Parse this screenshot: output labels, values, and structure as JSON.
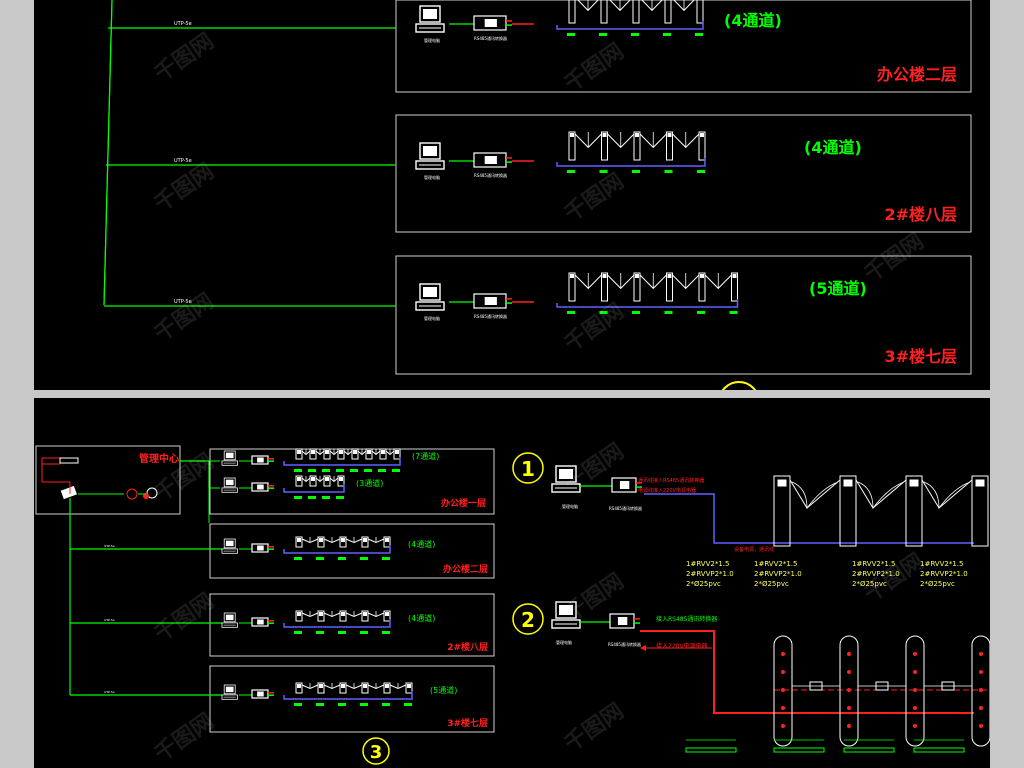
{
  "colors": {
    "bg": "#000000",
    "frame": "#d0d0d0",
    "bus": "#00ff00",
    "ch_label": "#00ff00",
    "floor_label": "#ff2020",
    "center_label": "#ff2020",
    "callout": "#ffff00",
    "cable": "#6060ff",
    "power": "#ff2020",
    "spec": "#ffff60"
  },
  "cable_label": "UTP-5e",
  "pc_caption": "管理电脑",
  "ctrl_caption": "RS485通讯转换器",
  "top_rows": [
    {
      "channels": "(4通道)",
      "floor": "办公楼二层",
      "gates": 4
    },
    {
      "channels": "(4通道)",
      "floor": "2#楼八层",
      "gates": 4
    },
    {
      "channels": "(5通道)",
      "floor": "3#楼七层",
      "gates": 5
    }
  ],
  "bottom": {
    "center_label": "管理中心",
    "rows": [
      {
        "channels": "(7通道)",
        "floor": "办公楼一层",
        "gates": 7,
        "shared_box": true
      },
      {
        "channels": "(3通道)",
        "floor": "",
        "gates": 3,
        "shared_box": true
      },
      {
        "channels": "(4通道)",
        "floor": "办公楼二层",
        "gates": 4
      },
      {
        "channels": "(4通道)",
        "floor": "2#楼八层",
        "gates": 4
      },
      {
        "channels": "(5通道)",
        "floor": "3#楼七层",
        "gates": 5
      }
    ],
    "callouts": [
      "1",
      "2",
      "3"
    ],
    "detail1": {
      "notes": [
        "通讯线接入RS485通讯转换器",
        "电源线接入220V电源电器"
      ],
      "device_caption": "RS485通讯转换器",
      "equip_note": "设备电源，通讯线",
      "spec_groups": [
        [
          "1#RVV2*1.5",
          "2#RVVP2*1.0",
          "2*Ø25pvc"
        ],
        [
          "1#RVV2*1.5",
          "2#RVVP2*1.0",
          "2*Ø25pvc"
        ],
        [
          "1#RVV2*1.5",
          "2#RVVP2*1.0",
          "2*Ø25pvc"
        ],
        [
          "1#RVV2*1.5",
          "2#RVVP2*1.0",
          "2*Ø25pvc"
        ]
      ]
    },
    "detail2": {
      "notes": [
        "接入RS485通讯转换器",
        "接入220V电源电器"
      ],
      "device_caption": "RS485通讯转换器"
    }
  },
  "watermark": "千图网"
}
